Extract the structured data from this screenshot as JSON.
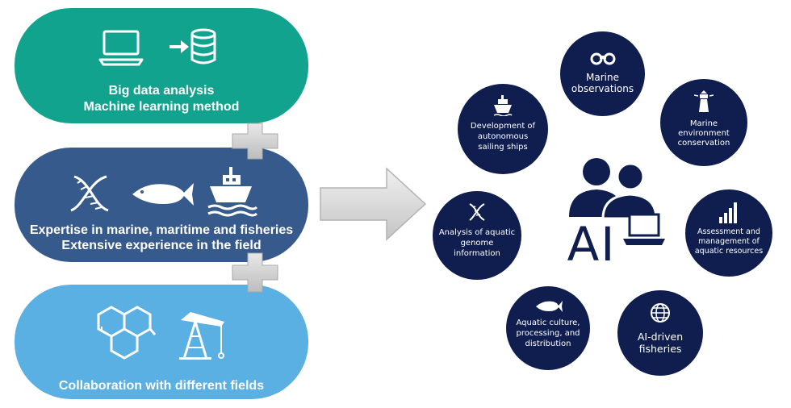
{
  "pills": {
    "big_data": {
      "line1": "Big data analysis",
      "line2": "Machine learning method",
      "color": "#12a38e"
    },
    "expertise": {
      "line1": "Expertise in marine, maritime and fisheries",
      "line2": "Extensive experience in the field",
      "color": "#375a8d"
    },
    "collaboration": {
      "line1": "Collaboration with different fields",
      "color": "#5ab0e3"
    }
  },
  "hub": {
    "label": "AI",
    "color": "#0f1e4f"
  },
  "circles": {
    "marine_observations": {
      "line1": "Marine",
      "line2": "observations"
    },
    "marine_environment": {
      "line1": "Marine",
      "line2": "environment",
      "line3": "conservation"
    },
    "assessment": {
      "line1": "Assessment and",
      "line2": "management of",
      "line3": "aquatic resources"
    },
    "ai_fisheries": {
      "line1": "AI-driven",
      "line2": "fisheries"
    },
    "aquatic_culture": {
      "line1": "Aquatic culture,",
      "line2": "processing, and",
      "line3": "distribution"
    },
    "genome": {
      "line1": "Analysis of aquatic",
      "line2": "genome",
      "line3": "information"
    },
    "autonomous": {
      "line1": "Development of",
      "line2": "autonomous",
      "line3": "sailing ships"
    }
  }
}
